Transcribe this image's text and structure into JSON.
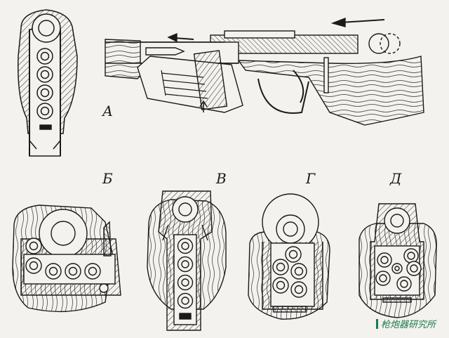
{
  "figure": {
    "labels": {
      "a": "А",
      "b": "Б",
      "v": "В",
      "g": "Г",
      "d": "Д"
    }
  },
  "watermark": {
    "text": "枪炮器研究所"
  },
  "colors": {
    "ink": "#1a1a1a",
    "paper": "#f3f2ee",
    "watermark": "#1c7a4c"
  }
}
